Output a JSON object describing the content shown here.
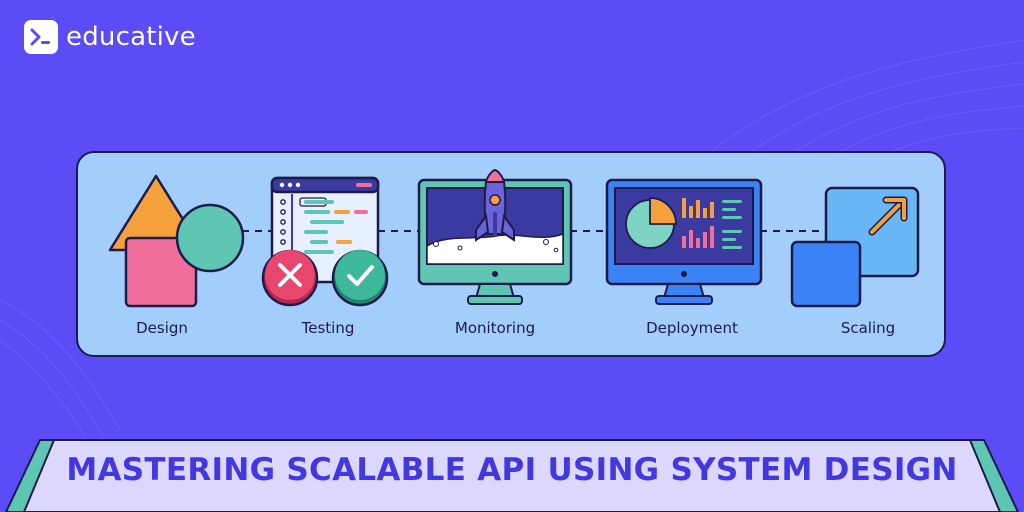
{
  "brand": {
    "name": "educative",
    "logo_icon": "terminal-prompt-icon"
  },
  "stages": [
    {
      "label": "Design",
      "icon": "shapes-icon"
    },
    {
      "label": "Testing",
      "icon": "code-window-icon"
    },
    {
      "label": "Monitoring",
      "icon": "monitor-rocket-icon"
    },
    {
      "label": "Deployment",
      "icon": "monitor-dashboard-icon"
    },
    {
      "label": "Scaling",
      "icon": "scale-arrow-icon"
    }
  ],
  "banner": {
    "title": "MASTERING SCALABLE API USING SYSTEM DESIGN"
  },
  "colors": {
    "background": "#5b4cf5",
    "panel": "#a3cdfb",
    "outline": "#1e1b4b",
    "orange": "#f4a03b",
    "pink": "#ef6f9a",
    "teal": "#5ec6b3",
    "red": "#e8456f",
    "green": "#3db89a",
    "navy": "#3b3aa0",
    "title": "#4338e0",
    "banner": "#dcd8fb"
  }
}
